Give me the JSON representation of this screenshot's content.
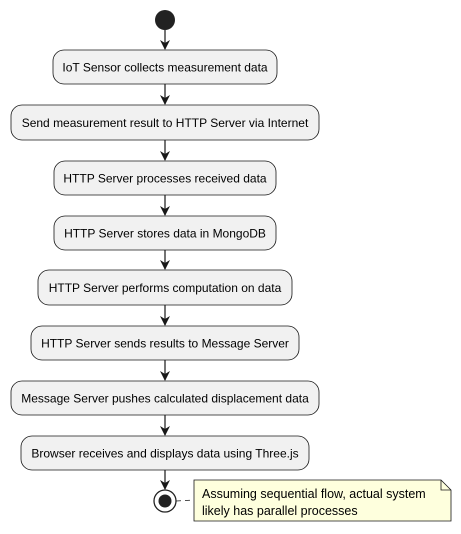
{
  "diagram": {
    "activities": [
      "IoT Sensor collects measurement data",
      "Send measurement result to HTTP Server via Internet",
      "HTTP Server processes received data",
      "HTTP Server stores data in MongoDB",
      "HTTP Server performs computation on data",
      "HTTP Server sends results to Message Server",
      "Message Server pushes calculated displacement data",
      "Browser receives and displays data using Three.js"
    ],
    "note": {
      "line1": "Assuming sequential flow, actual system",
      "line2": "likely has parallel processes"
    }
  },
  "colors": {
    "activity_fill": "#F1F1F1",
    "activity_border": "#181818",
    "note_fill": "#FEFFDD",
    "note_border": "#181818",
    "node": "#222222"
  }
}
